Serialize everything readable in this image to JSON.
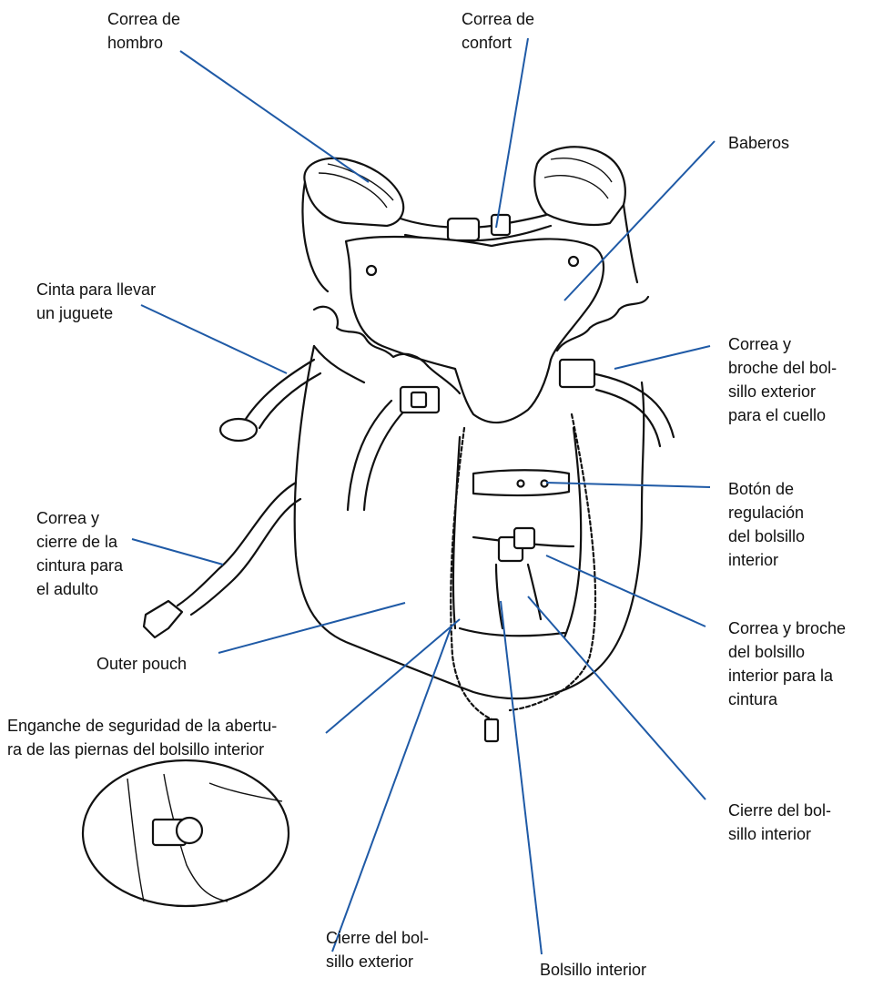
{
  "colors": {
    "leader": "#1f5aa6",
    "ink": "#111111",
    "background": "#ffffff"
  },
  "labels": {
    "shoulder_strap": "Correa de\nhombro",
    "comfort_strap": "Correa de\nconfort",
    "bibs": "Baberos",
    "toy_ribbon": "Cinta para llevar\nun juguete",
    "neck_strap": "Correa y\nbroche del bol-\nsillo exterior\npara el cuello",
    "adjust_button": "Botón de\nregulación\ndel bolsillo\ninterior",
    "waist_strap_adult": "Correa y\ncierre de la\ncintura para\nel adulto",
    "waist_strap_inner": "Correa y broche\ndel bolsillo\ninterior para la\ncintura",
    "outer_pouch": "Outer pouch",
    "safety_hook": "Enganche de seguridad de la abertu-\nra de las piernas del bolsillo interior",
    "inner_zip": "Cierre del bol-\nsillo interior",
    "outer_zip": "Cierre del bol-\nsillo exterior",
    "inner_pouch": "Bolsillo interior"
  }
}
